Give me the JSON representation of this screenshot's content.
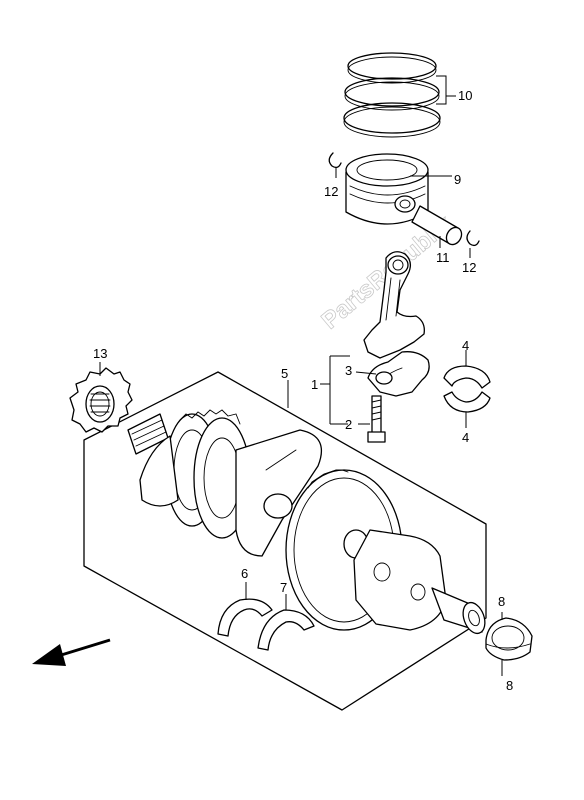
{
  "watermark": "PartsRepublik",
  "callouts": {
    "c1": "1",
    "c2": "2",
    "c3": "3",
    "c4a": "4",
    "c4b": "4",
    "c5": "5",
    "c6": "6",
    "c7": "7",
    "c8a": "8",
    "c8b": "8",
    "c9": "9",
    "c10": "10",
    "c11": "11",
    "c12a": "12",
    "c12b": "12",
    "c13": "13"
  },
  "parts": [
    "piston-ring-set",
    "piston",
    "piston-pin",
    "piston-pin-circlip",
    "connecting-rod",
    "conrod-cap",
    "conrod-bolt",
    "conrod-bearing",
    "crankshaft",
    "crank-bearing-6",
    "crank-bearing-7",
    "thrust-bearing",
    "primary-gear"
  ],
  "direction_arrow": "front-arrow"
}
